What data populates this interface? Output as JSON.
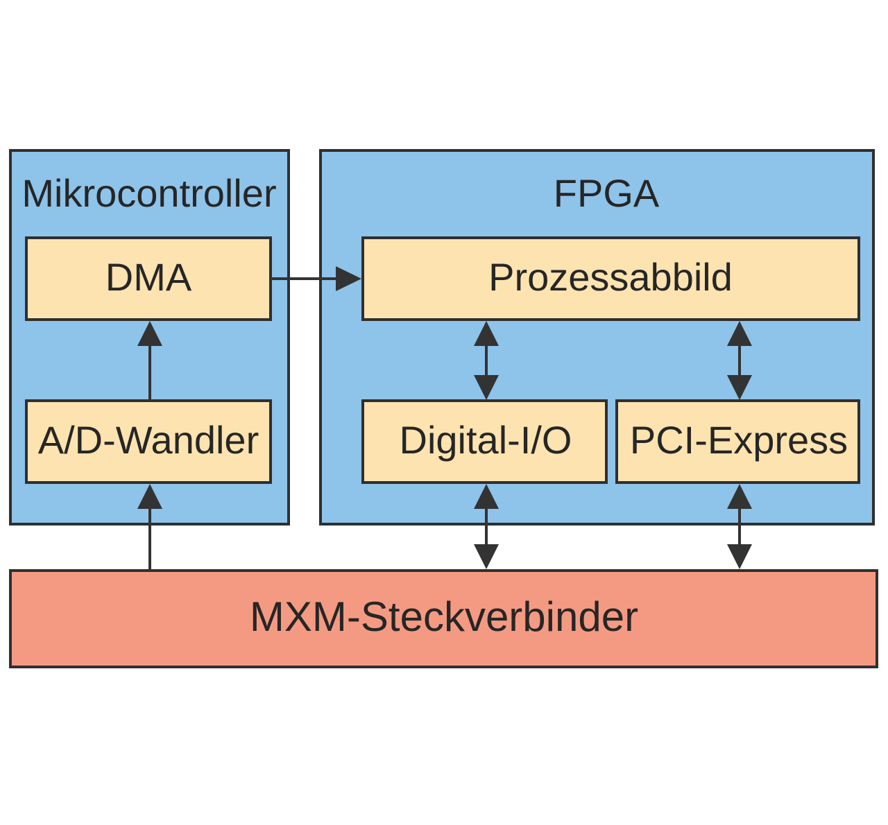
{
  "diagram": {
    "mikrocontroller": {
      "title": "Mikrocontroller",
      "dma": "DMA",
      "ad_wandler": "A/D-Wandler"
    },
    "fpga": {
      "title": "FPGA",
      "prozessabbild": "Prozessabbild",
      "digital_io": "Digital-I/O",
      "pci_express": "PCI-Express"
    },
    "connector": "MXM-Steckverbinder"
  },
  "colors": {
    "container_fill": "#8ec3ea",
    "block_fill": "#fde3b0",
    "connector_fill": "#f59a82",
    "stroke": "#2f2f2f"
  }
}
